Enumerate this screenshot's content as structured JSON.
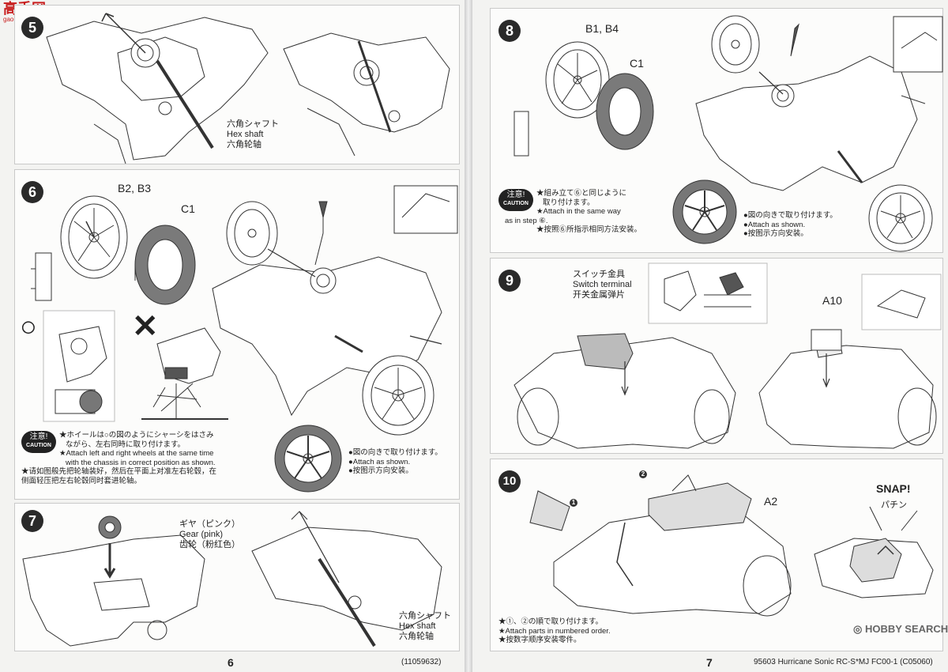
{
  "logo": {
    "text": "高手网",
    "subtext": "gao-shou.com"
  },
  "watermark": {
    "text": "HOBBY SEARCH"
  },
  "left_page": {
    "page_number": "6",
    "footer_code": "(11059632)",
    "step5": {
      "number": "5",
      "hex_shaft_label": {
        "ja": "六角シャフト",
        "en": "Hex shaft",
        "zh": "六角轮轴"
      }
    },
    "step6": {
      "number": "6",
      "wheel_label": "B2, B3",
      "tire_label": "C1",
      "ok_symbol": "○",
      "ng_symbol": "✕",
      "caution": {
        "ja": "注意!",
        "en": "CAUTION"
      },
      "caution_notes": [
        "★ホイールは○の図のようにシャーシをはさみ",
        "ながら、左右同時に取り付けます。",
        "★Attach left and right wheels at the same time",
        "with the chassis in correct position as shown.",
        "★请如图般先把轮轴装好，然后在平面上对准左右轮毂，在",
        "侧面轻压把左右轮毂同时套进轮轴。"
      ],
      "orientation_notes": [
        "●図の向きで取り付けます。",
        "●Attach as shown.",
        "●按图示方向安装。"
      ]
    },
    "step7": {
      "number": "7",
      "gear_label": {
        "ja": "ギヤ（ピンク）",
        "en": "Gear (pink)",
        "zh": "齿轮（粉红色）"
      },
      "hex_shaft_label": {
        "ja": "六角シャフト",
        "en": "Hex shaft",
        "zh": "六角轮轴"
      }
    }
  },
  "right_page": {
    "page_number": "7",
    "footer_text": "95603 Hurricane Sonic RC-S*MJ FC00-1 (C05060)",
    "step8": {
      "number": "8",
      "wheel_label": "B1, B4",
      "tire_label": "C1",
      "caution": {
        "ja": "注意!",
        "en": "CAUTION"
      },
      "caution_notes": [
        "★組み立て⑥と同じように",
        "取り付けます。",
        "★Attach in the same way",
        "as in step ⑥.",
        "★按照⑥所指示相同方法安装。"
      ],
      "orientation_notes": [
        "●図の向きで取り付けます。",
        "●Attach as shown.",
        "●按图示方向安装。"
      ]
    },
    "step9": {
      "number": "9",
      "switch_label": {
        "ja": "スイッチ金具",
        "en": "Switch terminal",
        "zh": "开关金属弹片"
      },
      "part_label": "A10"
    },
    "step10": {
      "number": "10",
      "part_label": "A2",
      "marker1": "1",
      "marker2": "2",
      "snap_en": "SNAP!",
      "snap_ja": "パチン",
      "notes": [
        "★①、②の順で取り付けます。",
        "★Attach parts in numbered order.",
        "★按数字顺序安装零件。"
      ]
    }
  },
  "colors": {
    "ink": "#222222",
    "panel": "#fcfcfb",
    "page": "#f3f3f1",
    "tire": "#6b6b6b"
  }
}
